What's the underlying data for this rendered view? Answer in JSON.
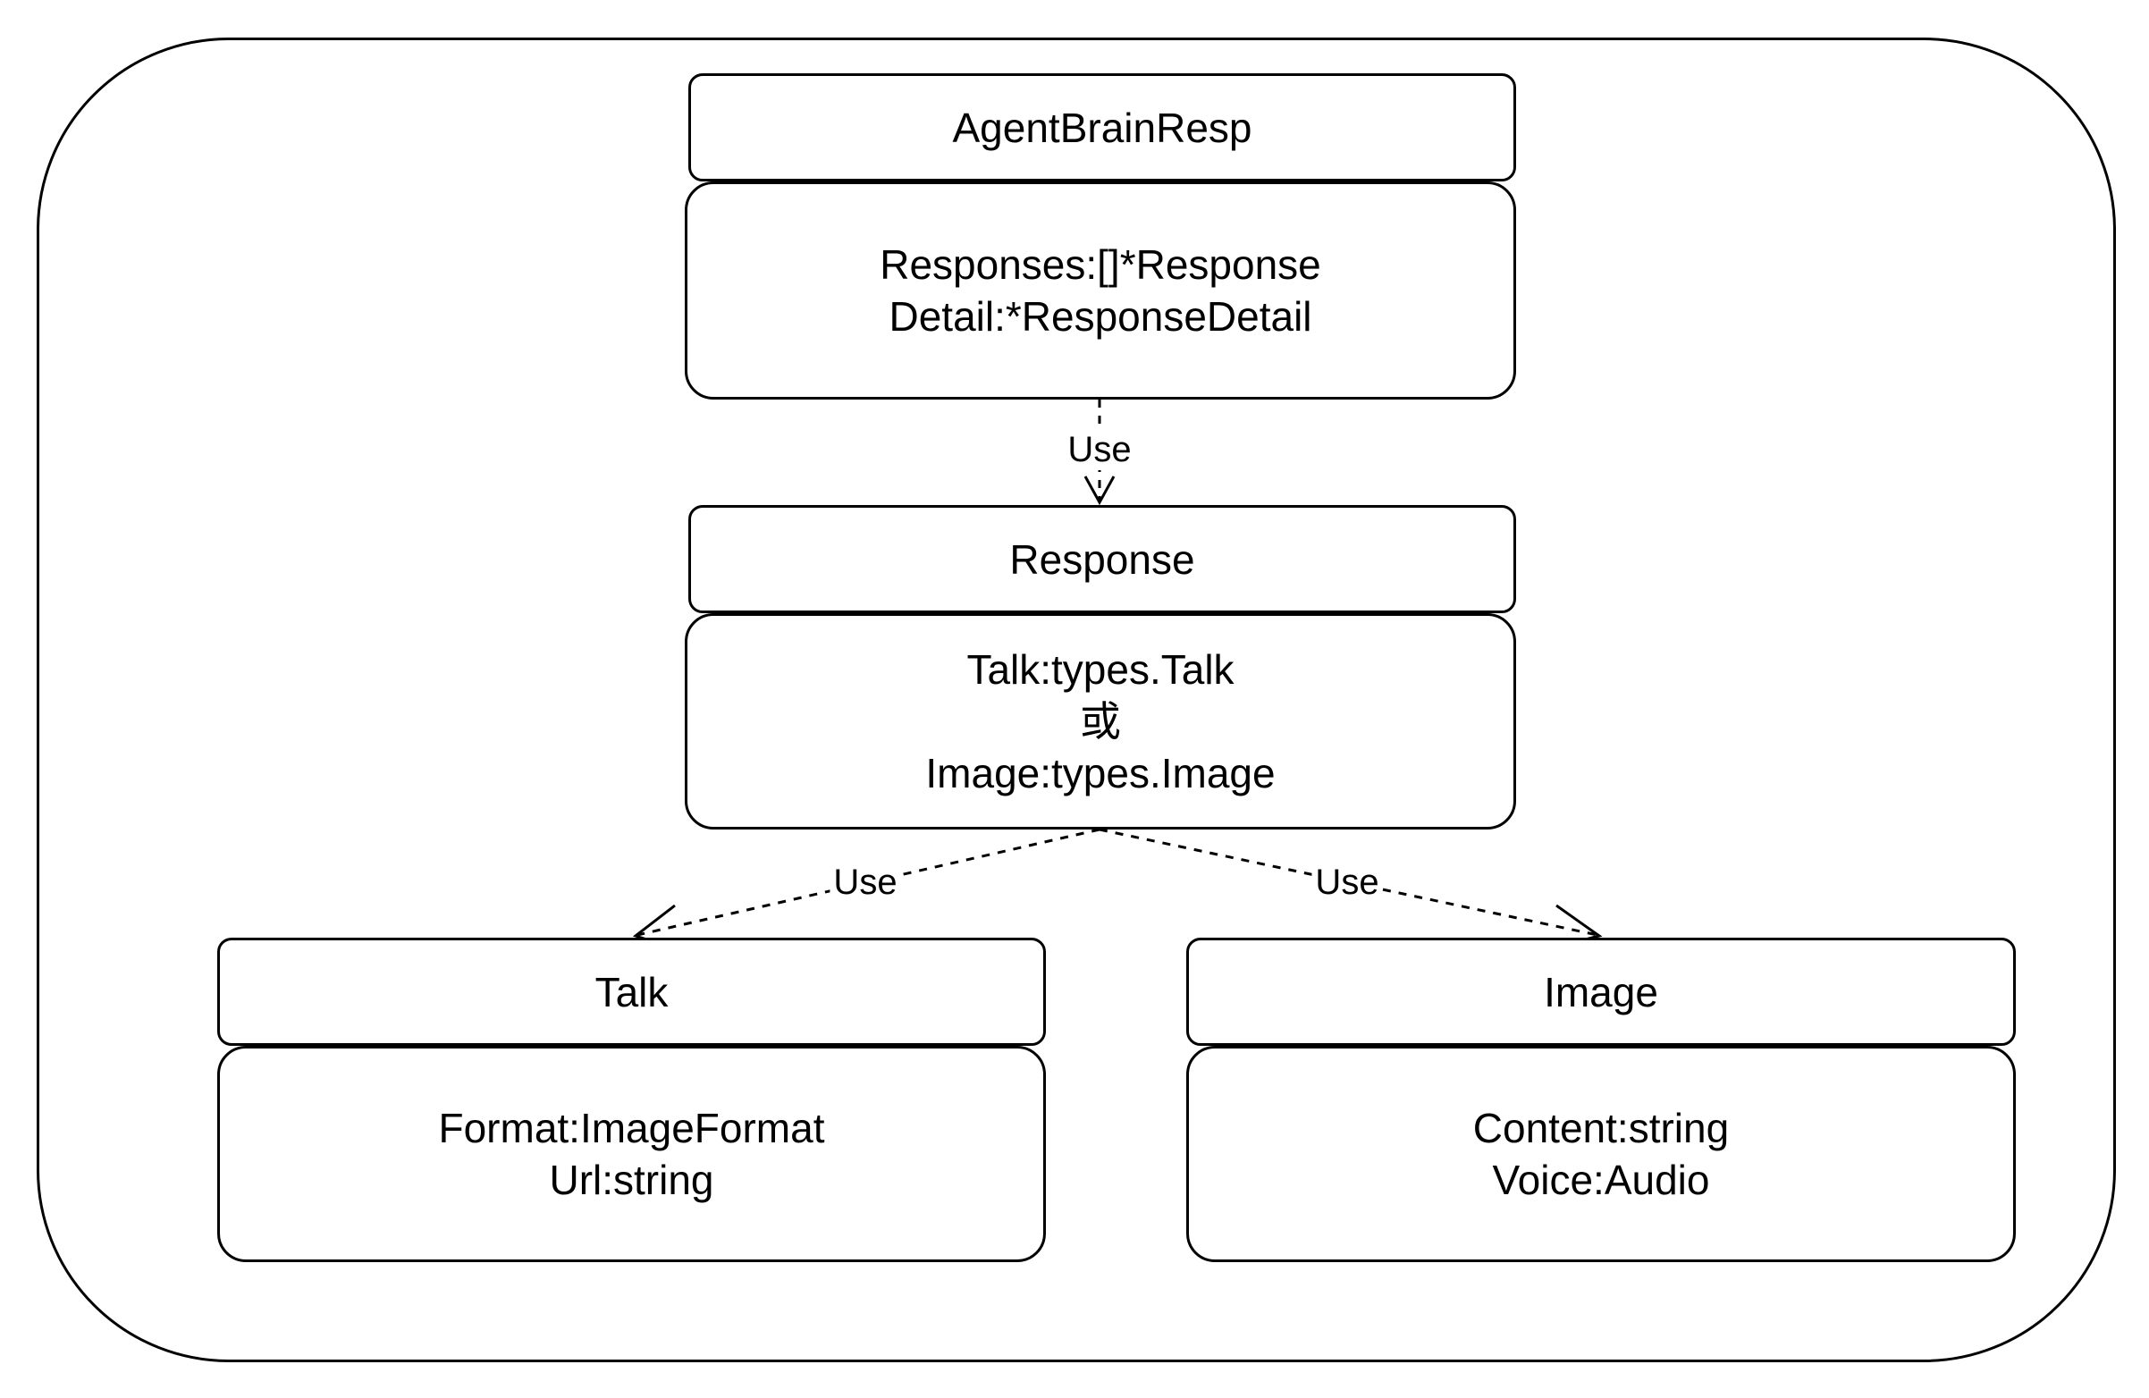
{
  "diagram": {
    "classes": {
      "agent_brain_resp": {
        "name": "AgentBrainResp",
        "fields": [
          "Responses:[]*Response",
          "Detail:*ResponseDetail"
        ]
      },
      "response": {
        "name": "Response",
        "fields": [
          "Talk:types.Talk",
          "或",
          "Image:types.Image"
        ]
      },
      "talk": {
        "name": "Talk",
        "fields": [
          "Format:ImageFormat",
          "Url:string"
        ]
      },
      "image": {
        "name": "Image",
        "fields": [
          "Content:string",
          "Voice:Audio"
        ]
      }
    },
    "edges": {
      "agent_to_response": {
        "from": "AgentBrainResp",
        "to": "Response",
        "label": "Use",
        "style": "dashed"
      },
      "response_to_talk": {
        "from": "Response",
        "to": "Talk",
        "label": "Use",
        "style": "dashed"
      },
      "response_to_image": {
        "from": "Response",
        "to": "Image",
        "label": "Use",
        "style": "dashed"
      }
    },
    "colors": {
      "stroke": "#000000",
      "background": "#ffffff"
    }
  }
}
